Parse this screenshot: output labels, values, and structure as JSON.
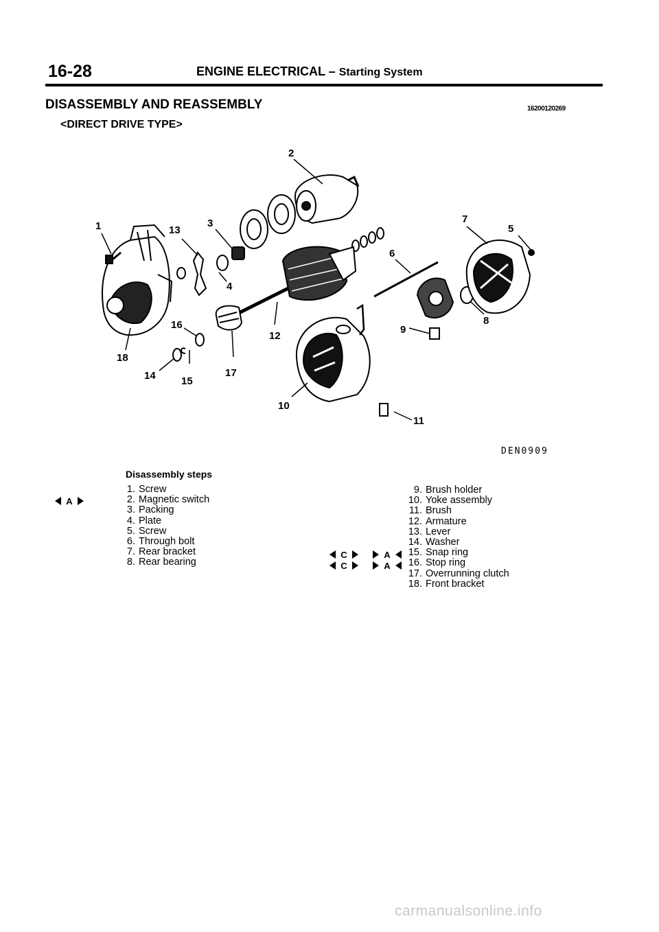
{
  "header": {
    "page_number": "16-28",
    "chapter": "ENGINE ELECTRICAL",
    "dash": "–",
    "section": "Starting System"
  },
  "section_title": "DISASSEMBLY AND REASSEMBLY",
  "doc_code": "16200120269",
  "subtitle": "<DIRECT DRIVE TYPE>",
  "figure": {
    "code": "DEN0909",
    "callouts": [
      "1",
      "2",
      "3",
      "4",
      "5",
      "6",
      "7",
      "8",
      "9",
      "10",
      "11",
      "12",
      "13",
      "14",
      "15",
      "16",
      "17",
      "18"
    ]
  },
  "steps_heading": "Disassembly steps",
  "steps_left": [
    {
      "num": "1.",
      "label": "Screw"
    },
    {
      "num": "2.",
      "label": "Magnetic switch"
    },
    {
      "num": "3.",
      "label": "Packing"
    },
    {
      "num": "4.",
      "label": "Plate"
    },
    {
      "num": "5.",
      "label": "Screw"
    },
    {
      "num": "6.",
      "label": "Through bolt"
    },
    {
      "num": "7.",
      "label": "Rear bracket"
    },
    {
      "num": "8.",
      "label": "Rear bearing"
    }
  ],
  "steps_right": [
    {
      "num": "9.",
      "label": "Brush holder"
    },
    {
      "num": "10.",
      "label": "Yoke assembly"
    },
    {
      "num": "11.",
      "label": "Brush"
    },
    {
      "num": "12.",
      "label": "Armature"
    },
    {
      "num": "13.",
      "label": "Lever"
    },
    {
      "num": "14.",
      "label": "Washer"
    },
    {
      "num": "15.",
      "label": "Snap ring"
    },
    {
      "num": "16.",
      "label": "Stop ring"
    },
    {
      "num": "17.",
      "label": "Overrunning clutch"
    },
    {
      "num": "18.",
      "label": "Front bracket"
    }
  ],
  "symbols": {
    "service_A": "A",
    "service_C": "C",
    "reassembly_A": "A"
  },
  "watermark": "carmanualsonline.info"
}
